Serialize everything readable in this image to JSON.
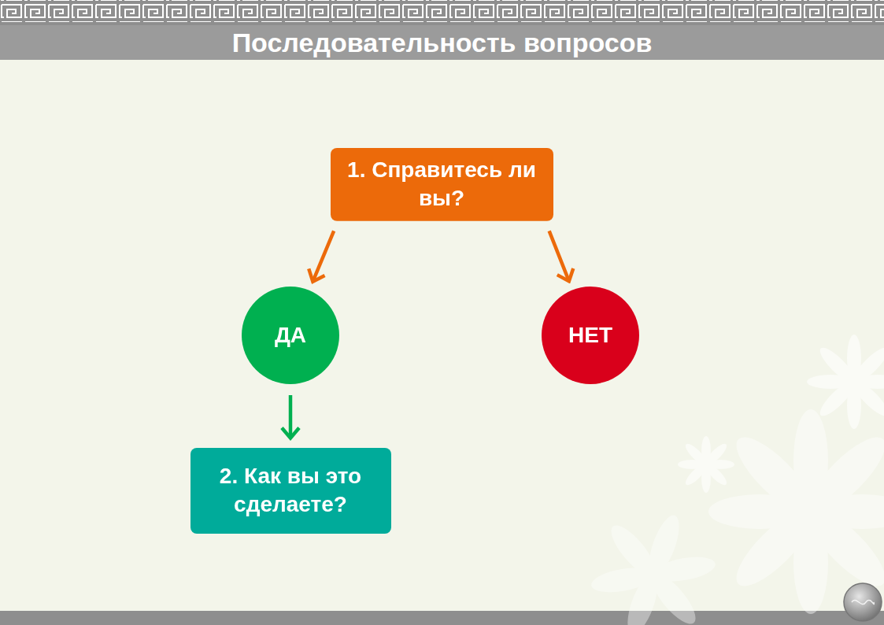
{
  "diagram": {
    "title": "Последовательность вопросов",
    "nodes": [
      {
        "text": [
          "1. Справитесь ли вы?"
        ]
      },
      {
        "text": [
          "ДА"
        ]
      },
      {
        "text": [
          "НЕТ"
        ]
      },
      {
        "text": [
          "2. Как вы это сделаете?"
        ]
      }
    ],
    "edges": [
      {
        "from": 0,
        "to": 1,
        "arrow": "to"
      },
      {
        "from": 0,
        "to": 2,
        "arrow": "to"
      },
      {
        "from": 1,
        "to": 3,
        "arrow": "to"
      }
    ]
  }
}
